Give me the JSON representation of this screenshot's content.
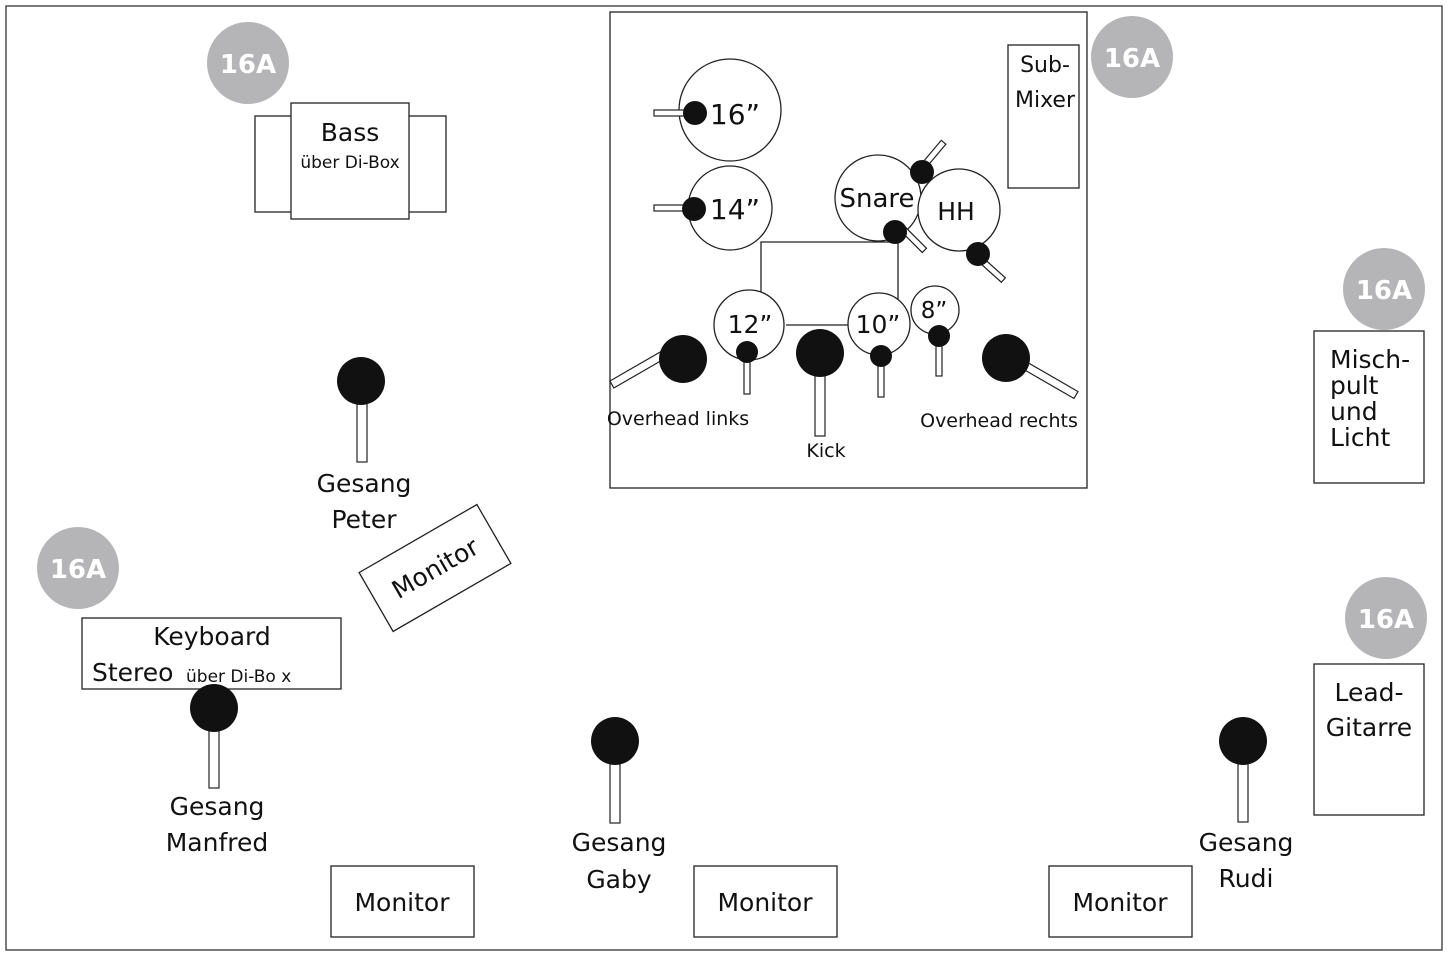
{
  "colors": {
    "power_badge": "#b5b5b7",
    "mic": "#111111",
    "outline": "#222222"
  },
  "power_label": "16A",
  "bass": {
    "title": "Bass",
    "subtitle": "über Di-Box"
  },
  "keyboard": {
    "title": "Keyboard",
    "line2_main": "Stereo",
    "line2_sub": "über Di-Bo x"
  },
  "mischpult": {
    "lines": [
      "Misch-",
      "pult",
      "und",
      "Licht"
    ]
  },
  "lead": {
    "lines": [
      "Lead-",
      "Gitarre"
    ]
  },
  "submixer": {
    "lines": [
      "Sub-",
      "Mixer"
    ]
  },
  "monitor_label": "Monitor",
  "drums": {
    "tom16": "16”",
    "tom14": "14”",
    "tom12": "12”",
    "tom10": "10”",
    "tom8": "8”",
    "snare": "Snare",
    "hihat": "HH",
    "overhead_left": "Overhead links",
    "overhead_right": "Overhead rechts",
    "kick": "Kick"
  },
  "vocals": {
    "peter": [
      "Gesang",
      "Peter"
    ],
    "manfred": [
      "Gesang",
      "Manfred"
    ],
    "gaby": [
      "Gesang",
      "Gaby"
    ],
    "rudi": [
      "Gesang",
      "Rudi"
    ]
  }
}
